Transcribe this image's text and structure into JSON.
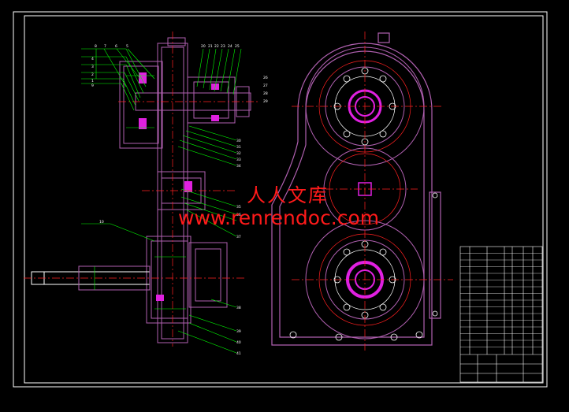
{
  "watermark": {
    "chinese": "人人文库",
    "url": "www.renrendoc.com"
  },
  "colors": {
    "background": "#000000",
    "frame": "#ffffff",
    "outline": "#b060b0",
    "center_line": "#ff2020",
    "leader": "#00ff00",
    "hub": "#e020e0",
    "watermark": "#ff1a1a"
  },
  "left_view": {
    "callouts_top": [
      "8",
      "7",
      "6",
      "5",
      "20",
      "21",
      "22",
      "23",
      "24",
      "25"
    ],
    "callouts_left": [
      "4",
      "3",
      "2",
      "1",
      "9"
    ],
    "callouts_right": [
      "26",
      "27",
      "28",
      "29",
      "30",
      "31",
      "32",
      "33",
      "34",
      "35",
      "36",
      "37"
    ],
    "callout_shaft": "10",
    "callouts_bottom": [
      "38",
      "39",
      "40",
      "41"
    ]
  }
}
